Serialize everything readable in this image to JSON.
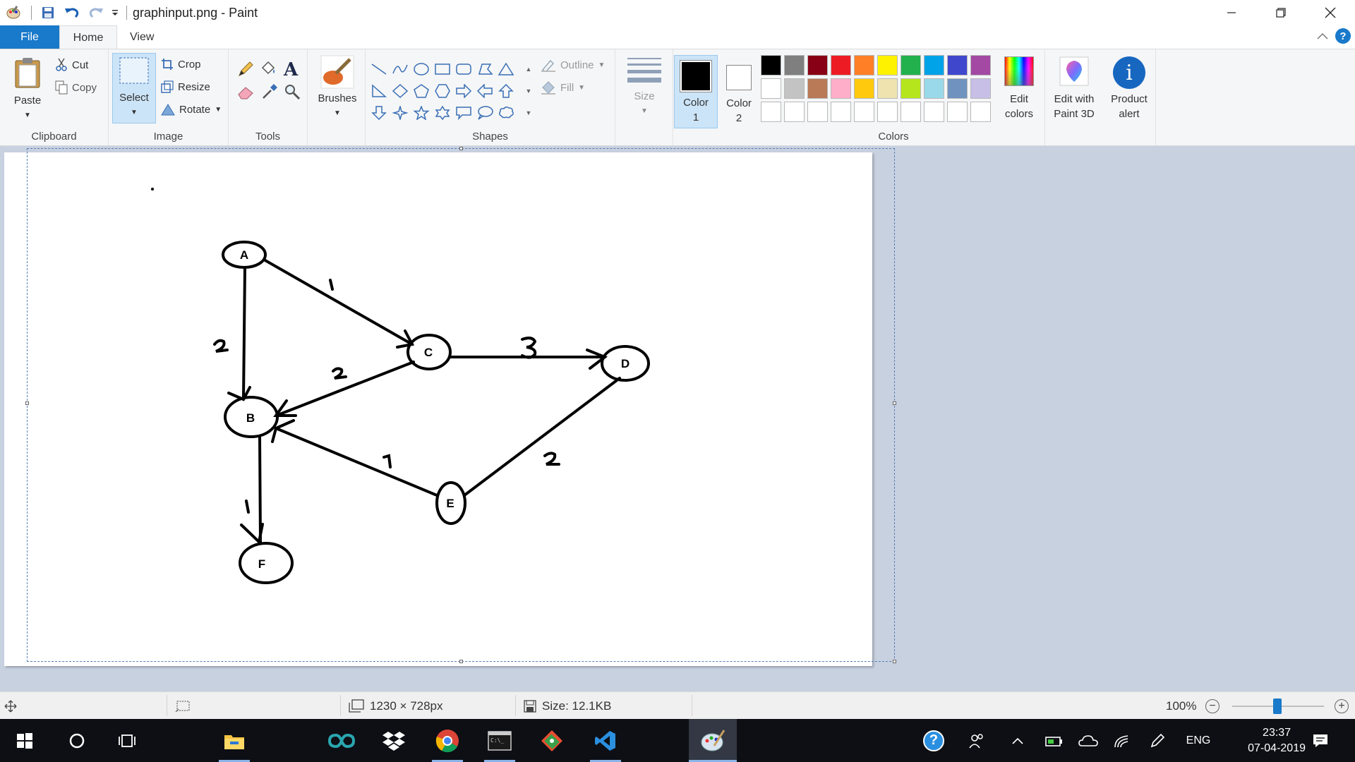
{
  "titlebar": {
    "title": "graphinput.png - Paint",
    "qat": [
      "paint-app-icon",
      "save-icon",
      "undo-icon",
      "redo-icon",
      "customize-qat-icon"
    ],
    "controls": [
      "minimize-icon",
      "restore-icon",
      "close-icon"
    ]
  },
  "tabs": {
    "file": "File",
    "home": "Home",
    "view": "View"
  },
  "ribbon": {
    "clipboard": {
      "label": "Clipboard",
      "paste": "Paste",
      "cut": "Cut",
      "copy": "Copy"
    },
    "image": {
      "label": "Image",
      "select": "Select",
      "crop": "Crop",
      "resize": "Resize",
      "rotate": "Rotate"
    },
    "tools": {
      "label": "Tools"
    },
    "brushes": {
      "label": "Brushes"
    },
    "shapes": {
      "label": "Shapes",
      "outline": "Outline",
      "fill": "Fill"
    },
    "size": {
      "label": "Size"
    },
    "color1": {
      "line1": "Color",
      "line2": "1",
      "value": "#000000"
    },
    "color2": {
      "line1": "Color",
      "line2": "2",
      "value": "#ffffff"
    },
    "colors": {
      "label": "Colors",
      "row1": [
        "#000000",
        "#7f7f7f",
        "#880015",
        "#ed1c24",
        "#ff7f27",
        "#fff200",
        "#22b14c",
        "#00a2e8",
        "#3f48cc",
        "#a349a4"
      ],
      "row2": [
        "#ffffff",
        "#c3c3c3",
        "#b97a57",
        "#ffaec9",
        "#ffc90e",
        "#efe4b0",
        "#b5e61d",
        "#99d9ea",
        "#7092be",
        "#c8bfe7"
      ],
      "row3": [
        "#ffffff",
        "#ffffff",
        "#ffffff",
        "#ffffff",
        "#ffffff",
        "#ffffff",
        "#ffffff",
        "#ffffff",
        "#ffffff",
        "#ffffff"
      ]
    },
    "edit_colors": {
      "line1": "Edit",
      "line2": "colors"
    },
    "paint3d": {
      "line1": "Edit with",
      "line2": "Paint 3D"
    },
    "product_alert": {
      "line1": "Product",
      "line2": "alert"
    }
  },
  "graph": {
    "nodes": [
      "A",
      "B",
      "C",
      "D",
      "E",
      "F"
    ],
    "edges": [
      {
        "from": "A",
        "to": "C",
        "weight": "1"
      },
      {
        "from": "A",
        "to": "B",
        "weight": "2"
      },
      {
        "from": "C",
        "to": "D",
        "weight": "3"
      },
      {
        "from": "C",
        "to": "B",
        "weight": "2"
      },
      {
        "from": "D",
        "to": "E",
        "weight": "2"
      },
      {
        "from": "E",
        "to": "B",
        "weight": "1"
      },
      {
        "from": "B",
        "to": "F",
        "weight": "1"
      }
    ]
  },
  "status": {
    "dimensions": "1230 × 728px",
    "size": "Size: 12.1KB",
    "zoom": "100%"
  },
  "taskbar": {
    "apps": [
      "windows-start-icon",
      "cortana-icon",
      "task-view-icon",
      "file-explorer-icon",
      "arduino-icon",
      "dropbox-icon",
      "chrome-icon",
      "command-prompt-icon",
      "git-icon",
      "vscode-icon",
      "paint-icon"
    ],
    "language": "ENG",
    "time": "23:37",
    "date": "07-04-2019"
  }
}
